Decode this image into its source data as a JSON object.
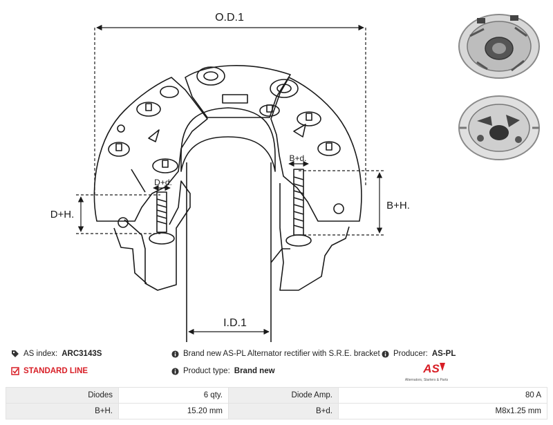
{
  "drawing_labels": {
    "od": "O.D.1",
    "id": "I.D.1",
    "dh": "D+H.",
    "bh": "B+H.",
    "dd": "D+d.",
    "bd": "B+d."
  },
  "info": {
    "as_index_label": "AS index:",
    "as_index_value": "ARC3143S",
    "standard_line": "STANDARD LINE",
    "description": "Brand new AS-PL Alternator rectifier with S.R.E. bracket",
    "product_type_label": "Product type:",
    "product_type_value": "Brand new",
    "producer_label": "Producer:",
    "producer_value": "AS-PL",
    "logo_text": "AS",
    "logo_sub": "Alternators, Starters & Parts"
  },
  "specs": {
    "rows": [
      {
        "l1": "Diodes",
        "v1": "6 qty.",
        "l2": "Diode Amp.",
        "v2": "80 A"
      },
      {
        "l1": "B+H.",
        "v1": "15.20 mm",
        "l2": "B+d.",
        "v2": "M8x1.25 mm"
      }
    ]
  },
  "colors": {
    "brand_red": "#d81e26",
    "line": "#1a1a1a"
  }
}
